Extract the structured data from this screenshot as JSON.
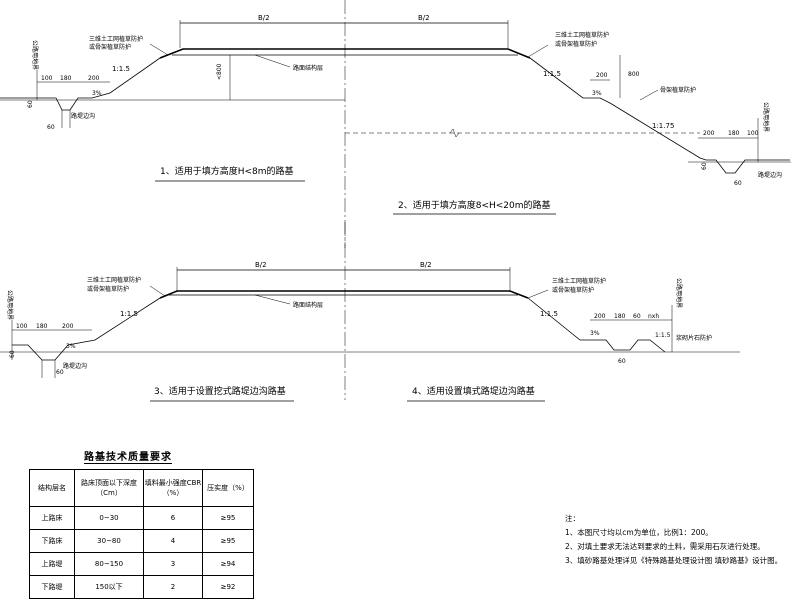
{
  "fig1": {
    "caption": "1、适用于填方高度H<8m的路基",
    "half_width": "B/2",
    "slope_protection_1": "三维土工网植草防护",
    "slope_protection_2": "或骨架植草防护",
    "slope": "1:1.5",
    "height": "<800",
    "pavement": "路面结构层",
    "land_line": "公路用地界",
    "dim_100": "100",
    "dim_180": "180",
    "dim_200": "200",
    "grade": "3%",
    "ditch_depth": "60",
    "ditch_width": "60",
    "ditch": "路堤边沟"
  },
  "fig2": {
    "caption": "2、适用于填方高度8<H<20m的路基",
    "half_width": "B/2",
    "slope_protection_1": "三维土工网植草防护",
    "slope_protection_2": "或骨架植草防护",
    "slope_upper": "1:1.5",
    "slope_lower": "1:1.75",
    "height": "800",
    "berm": "200",
    "grade": "3%",
    "lower_protection": "骨架植草防护",
    "land_line": "公路用地界",
    "dim_200": "200",
    "dim_180": "180",
    "dim_100": "100",
    "ditch_depth": "60",
    "ditch_width": "60",
    "ditch": "路堤边沟"
  },
  "fig3": {
    "caption": "3、适用于设置挖式路堤边沟路基",
    "half_width": "B/2",
    "slope_protection_1": "三维土工网植草防护",
    "slope_protection_2": "或骨架植草防护",
    "slope": "1:1.5",
    "pavement": "路面结构层",
    "land_line": "公路用地界",
    "dim_100": "100",
    "dim_180": "180",
    "dim_200": "200",
    "grade": "3%",
    "ditch_depth": "60",
    "ditch_width": "60",
    "ditch": "路堤边沟"
  },
  "fig4": {
    "caption": "4、适用设置填式路堤边沟路基",
    "half_width": "B/2",
    "slope_protection_1": "三维土工网植草防护",
    "slope_protection_2": "或骨架植草防护",
    "slope": "1:1.5",
    "slope_small": "1:1.5",
    "land_line": "公路用地界",
    "dim_200": "200",
    "dim_180": "180",
    "dim_60": "60",
    "dim_nxh": "nxh",
    "grade": "3%",
    "ditch_width": "60",
    "rubble": "浆砌片石防护"
  },
  "table": {
    "title": "路基技术质量要求",
    "headers": [
      "结构层名",
      "路床顶面以下深度（Cm）",
      "填料最小强度CBR（%）",
      "压实度（%）"
    ],
    "rows": [
      [
        "上路床",
        "0~30",
        "6",
        "≥95"
      ],
      [
        "下路床",
        "30~80",
        "4",
        "≥95"
      ],
      [
        "上路堤",
        "80~150",
        "3",
        "≥94"
      ],
      [
        "下路堤",
        "150以下",
        "2",
        "≥92"
      ]
    ]
  },
  "notes": {
    "title": "注：",
    "items": [
      "1、本图尺寸均以cm为单位，比例1：200。",
      "2、对填土要求无法达到要求的土料，需采用石灰进行处理。",
      "3、填砂路基处理详见《特殊路基处理设计图 填砂路基》设计图。"
    ]
  }
}
